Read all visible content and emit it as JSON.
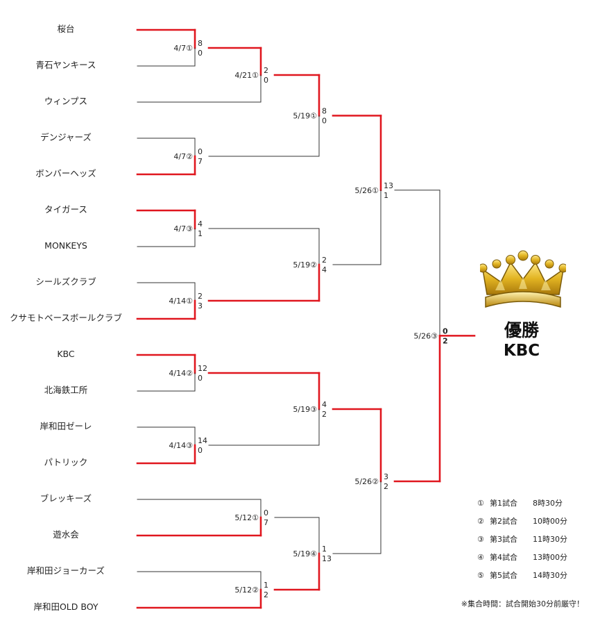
{
  "teams": [
    "桜台",
    "青石ヤンキース",
    "ウィンプス",
    "デンジャーズ",
    "ボンバーヘッズ",
    "タイガース",
    "MONKEYS",
    "シールズクラブ",
    "クサモトベースボールクラブ",
    "KBC",
    "北海鉄工所",
    "岸和田ゼーレ",
    "パトリック",
    "ブレッキーズ",
    "遊水会",
    "岸和田ジョーカーズ",
    "岸和田OLD BOY"
  ],
  "matches": [
    {
      "id": "r1a",
      "date": "4/7①",
      "top_score": "8",
      "bottom_score": "0",
      "winner": "top"
    },
    {
      "id": "r1b",
      "date": "4/7②",
      "top_score": "0",
      "bottom_score": "7",
      "winner": "bottom"
    },
    {
      "id": "r1c",
      "date": "4/7③",
      "top_score": "4",
      "bottom_score": "1",
      "winner": "top"
    },
    {
      "id": "r1d",
      "date": "4/14①",
      "top_score": "2",
      "bottom_score": "3",
      "winner": "bottom"
    },
    {
      "id": "r1e",
      "date": "4/14②",
      "top_score": "12",
      "bottom_score": "0",
      "winner": "top"
    },
    {
      "id": "r1f",
      "date": "4/14③",
      "top_score": "14",
      "bottom_score": "0",
      "winner": "bottom"
    },
    {
      "id": "r1g",
      "date": "5/12①",
      "top_score": "0",
      "bottom_score": "7",
      "winner": "bottom"
    },
    {
      "id": "r1h",
      "date": "5/12②",
      "top_score": "1",
      "bottom_score": "2",
      "winner": "bottom"
    },
    {
      "id": "r2a",
      "date": "4/21①",
      "top_score": "2",
      "bottom_score": "0",
      "winner": "top"
    },
    {
      "id": "qf1",
      "date": "5/19①",
      "top_score": "8",
      "bottom_score": "0",
      "winner": "top"
    },
    {
      "id": "qf2",
      "date": "5/19②",
      "top_score": "2",
      "bottom_score": "4",
      "winner": "bottom"
    },
    {
      "id": "qf3",
      "date": "5/19③",
      "top_score": "4",
      "bottom_score": "2",
      "winner": "top"
    },
    {
      "id": "qf4",
      "date": "5/19④",
      "top_score": "1",
      "bottom_score": "13",
      "winner": "bottom"
    },
    {
      "id": "sf1",
      "date": "5/26①",
      "top_score": "13",
      "bottom_score": "1",
      "winner": "top"
    },
    {
      "id": "sf2",
      "date": "5/26②",
      "top_score": "3",
      "bottom_score": "2",
      "winner": "top"
    },
    {
      "id": "final",
      "date": "5/26③",
      "top_score": "0",
      "bottom_score": "2",
      "winner": "bottom"
    }
  ],
  "champion": {
    "label": "優勝",
    "team": "KBC"
  },
  "schedule": [
    {
      "num": "①",
      "name": "第1試合",
      "time": "8時30分"
    },
    {
      "num": "②",
      "name": "第2試合",
      "time": "10時00分"
    },
    {
      "num": "③",
      "name": "第3試合",
      "time": "11時30分"
    },
    {
      "num": "④",
      "name": "第4試合",
      "time": "13時00分"
    },
    {
      "num": "⑤",
      "name": "第5試合",
      "time": "14時30分"
    }
  ],
  "footnote": "※集合時間：試合開始30分前厳守！",
  "colors": {
    "win": "#e0161e",
    "line": "#333333",
    "gold": "#d4a017"
  }
}
